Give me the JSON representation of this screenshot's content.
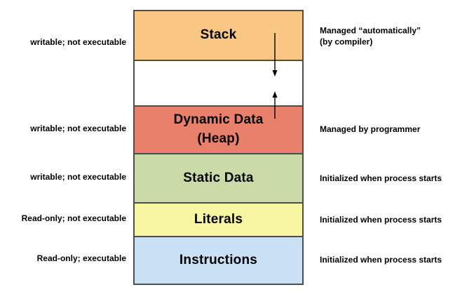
{
  "diagram": {
    "left_labels": [
      {
        "text": "writable; not executable"
      },
      {
        "text": "writable; not executable"
      },
      {
        "text": "writable; not executable"
      },
      {
        "text": "Read-only; not executable"
      },
      {
        "text": "Read-only; executable"
      }
    ],
    "segments": [
      {
        "name": "stack",
        "label": "Stack",
        "color": "#FBC785"
      },
      {
        "name": "unused-gap",
        "label": "",
        "color": "#FFFFFF"
      },
      {
        "name": "heap",
        "label_line1": "Dynamic Data",
        "label_line2": "(Heap)",
        "color": "#E9806C"
      },
      {
        "name": "static-data",
        "label": "Static Data",
        "color": "#CBDBA8"
      },
      {
        "name": "literals",
        "label": "Literals",
        "color": "#F6F6A3"
      },
      {
        "name": "instructions",
        "label": "Instructions",
        "color": "#CAE0F5"
      }
    ],
    "right_labels": [
      {
        "line1": "Managed “automatically”",
        "line2": "(by compiler)"
      },
      {
        "text": "Managed by programmer"
      },
      {
        "text": "Initialized when process starts"
      },
      {
        "text": "Initialized when process starts"
      },
      {
        "text": "Initialized when process starts"
      }
    ],
    "icons": {
      "stack_growth": "arrow-down-icon",
      "heap_growth": "arrow-up-icon"
    },
    "colors": {
      "border": "#4D4D4D",
      "arrow": "#000000",
      "text": "#000000",
      "background": "#FFFFFF"
    }
  }
}
